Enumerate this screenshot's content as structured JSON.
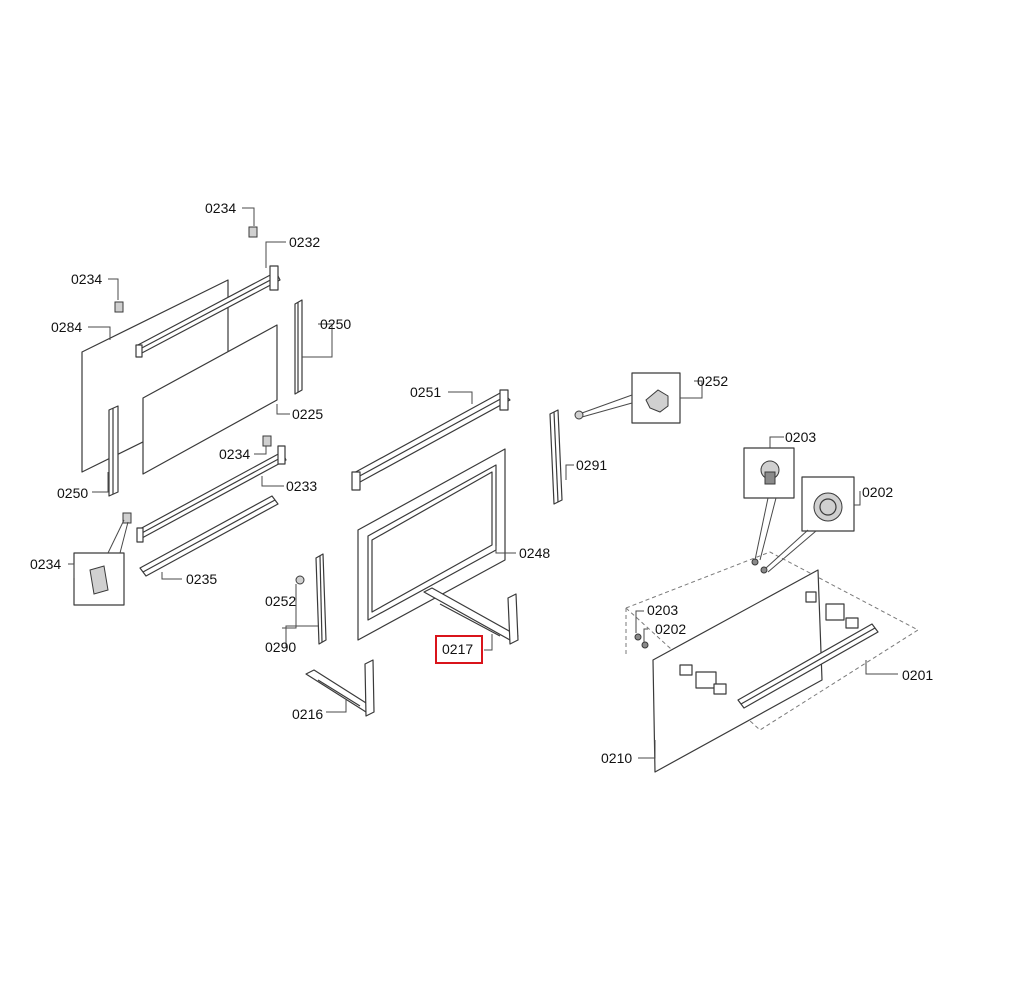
{
  "colors": {
    "highlight": "#d9141b",
    "line": "#3a3a3a"
  },
  "callouts": [
    {
      "id": "c0234a",
      "text": "0234"
    },
    {
      "id": "c0232",
      "text": "0232"
    },
    {
      "id": "c0234b",
      "text": "0234"
    },
    {
      "id": "c0284",
      "text": "0284"
    },
    {
      "id": "c0250a",
      "text": "0250"
    },
    {
      "id": "c0225",
      "text": "0225"
    },
    {
      "id": "c0234c",
      "text": "0234"
    },
    {
      "id": "c0233",
      "text": "0233"
    },
    {
      "id": "c0250b",
      "text": "0250"
    },
    {
      "id": "c0234d",
      "text": "0234"
    },
    {
      "id": "c0235",
      "text": "0235"
    },
    {
      "id": "c0252a",
      "text": "0252"
    },
    {
      "id": "c0290",
      "text": "0290"
    },
    {
      "id": "c0251",
      "text": "0251"
    },
    {
      "id": "c0248",
      "text": "0248"
    },
    {
      "id": "c0217",
      "text": "0217"
    },
    {
      "id": "c0216",
      "text": "0216"
    },
    {
      "id": "c0252b",
      "text": "0252"
    },
    {
      "id": "c0291",
      "text": "0291"
    },
    {
      "id": "c0203a",
      "text": "0203"
    },
    {
      "id": "c0202a",
      "text": "0202"
    },
    {
      "id": "c0203b",
      "text": "0203"
    },
    {
      "id": "c0202b",
      "text": "0202"
    },
    {
      "id": "c0201",
      "text": "0201"
    },
    {
      "id": "c0210",
      "text": "0210"
    }
  ]
}
